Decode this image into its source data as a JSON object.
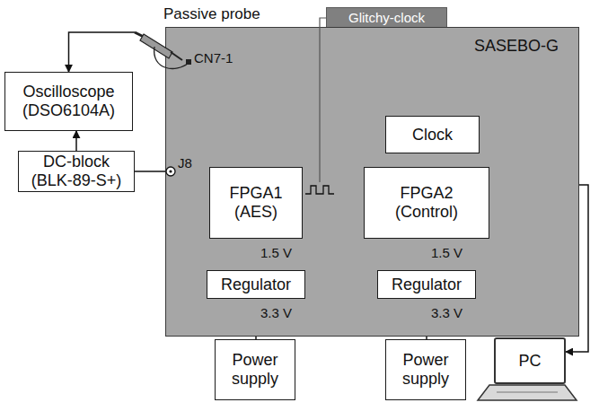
{
  "diagram": {
    "nodes": [
      {
        "text": [
          "Glitchy-clock"
        ]
      },
      {
        "text": [
          "SASEBO-G"
        ]
      },
      {
        "text": [
          "Clock"
        ],
        "in": 1
      },
      {
        "text": [
          "FPGA1 (AES)"
        ],
        "in": 1
      },
      {
        "text": [
          "FPGA2 (Control)"
        ],
        "in": 1
      },
      {
        "text": [
          "Regulator"
        ],
        "in": 1
      },
      {
        "text": [
          "Regulator"
        ],
        "in": 1
      },
      {
        "text": [
          "Oscilloscope (DSO6104A)"
        ]
      },
      {
        "text": [
          "DC-block (BLK-89-S+)"
        ]
      },
      {
        "text": [
          "Power supply"
        ]
      },
      {
        "text": [
          "Power supply"
        ]
      },
      {
        "text": [
          "PC"
        ]
      }
    ],
    "edges": [
      {
        "from": 2,
        "to": 4,
        "arrow": "to"
      },
      {
        "from": 3,
        "to": 4,
        "arrow": "both"
      },
      {
        "from": 3,
        "to": 5,
        "arrow": "none"
      },
      {
        "from": 4,
        "to": 6,
        "arrow": "none"
      },
      {
        "from": 5,
        "to": 9,
        "arrow": "none"
      },
      {
        "from": 6,
        "to": 10,
        "arrow": "none"
      },
      {
        "from": 8,
        "to": 7,
        "arrow": "to"
      },
      {
        "from": 1,
        "to": 7,
        "arrow": "to"
      },
      {
        "from": 8,
        "to": 1,
        "arrow": "none"
      },
      {
        "from": 4,
        "to": 11,
        "arrow": "both"
      }
    ],
    "labels": [
      "Passive probe",
      "CN7-1",
      "J8",
      "1.5 V",
      "1.5 V",
      "3.3 V",
      "3.3 V"
    ]
  }
}
